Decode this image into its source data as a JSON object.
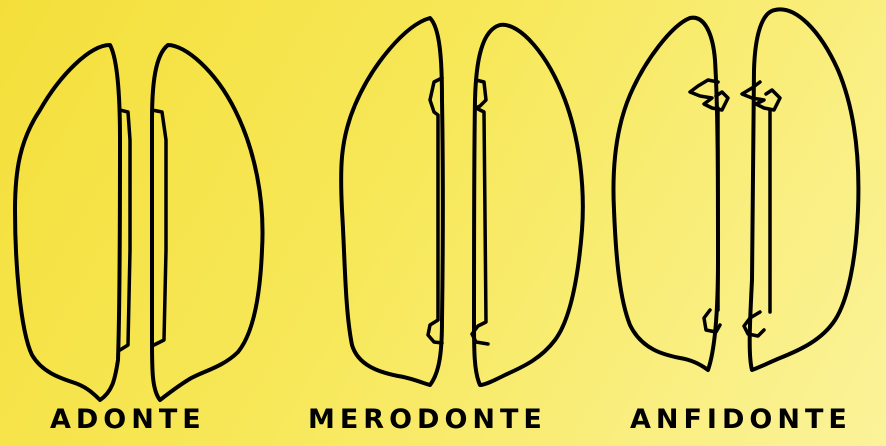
{
  "diagram": {
    "labels": {
      "adonte": "ADONTE",
      "merodonte": "MERODONTE",
      "anfidonte": "ANFIDONTE"
    },
    "colors": {
      "background": "#f6e24a",
      "stroke": "#000000"
    }
  }
}
